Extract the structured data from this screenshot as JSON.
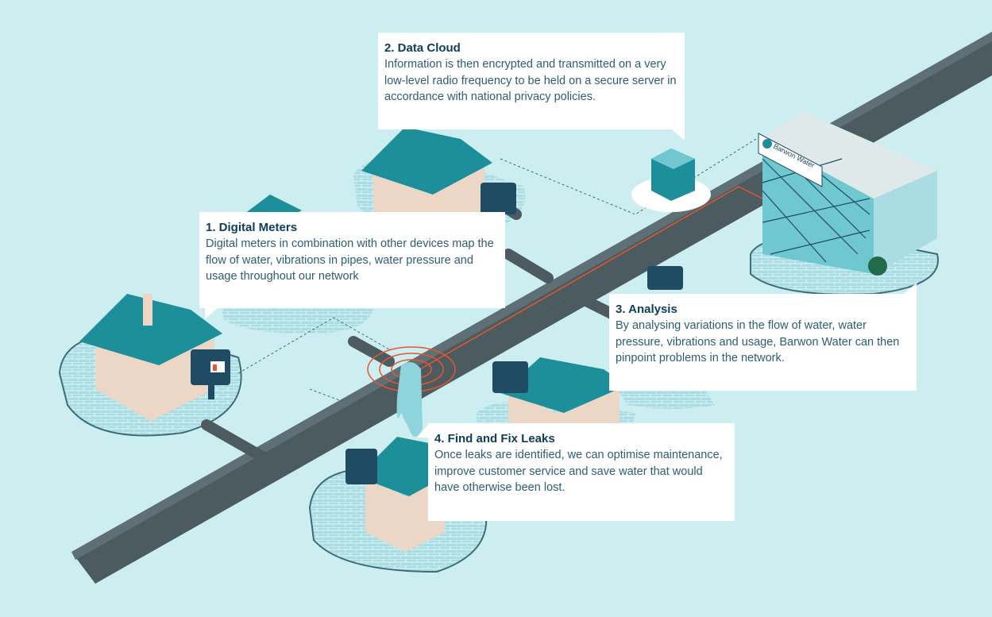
{
  "brand": {
    "logo_text": "Barwon Water"
  },
  "colors": {
    "background": "#cdeef0",
    "pipe": "#4b5b60",
    "teal_roof": "#1c8f9a",
    "signal": "#e4572e",
    "title": "#0d3c5c",
    "body": "#2d5d74"
  },
  "callouts": [
    {
      "title": "1. Digital Meters",
      "body": "Digital meters in combination with other devices map the flow of water, vibrations in pipes, water pressure and usage throughout our network"
    },
    {
      "title": "2. Data Cloud",
      "body": "Information is then encrypted and transmitted on a very low-level radio frequency to be held on a secure server in accordance with national privacy policies."
    },
    {
      "title": "3. Analysis",
      "body": "By analysing variations in the flow of water, water pressure, vibrations and usage, Barwon Water can then pinpoint problems in the network."
    },
    {
      "title": "4. Find and Fix Leaks",
      "body": "Once leaks are identified, we can optimise maintenance, improve customer service and save water that would have otherwise been lost."
    }
  ]
}
